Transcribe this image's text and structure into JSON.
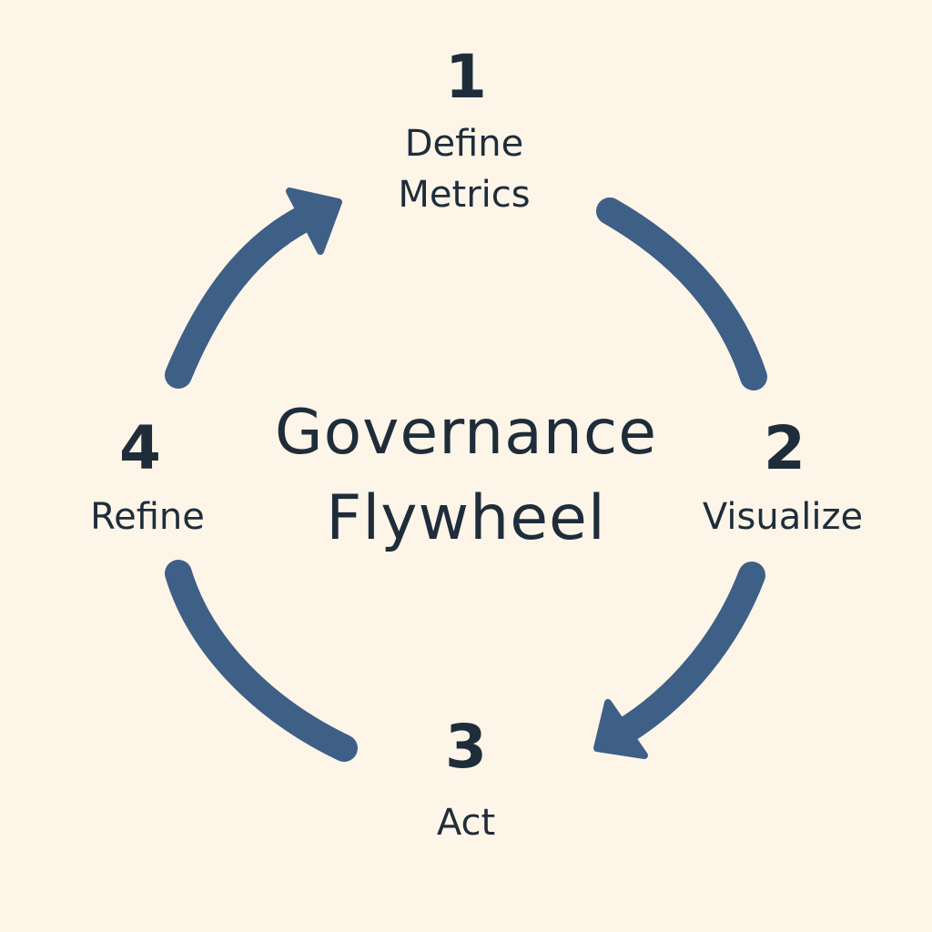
{
  "diagram": {
    "title_line1": "Governance",
    "title_line2": "Flywheel",
    "colors": {
      "background": "#fcf5e8",
      "arrow": "#3e5f86",
      "text": "#1f2d3a"
    },
    "steps": [
      {
        "number": "1",
        "label_line1": "Define",
        "label_line2": "Metrics"
      },
      {
        "number": "2",
        "label": "Visualize"
      },
      {
        "number": "3",
        "label": "Act"
      },
      {
        "number": "4",
        "label": "Refine"
      }
    ],
    "arrows": [
      {
        "from": "4",
        "to": "1",
        "arrowhead": true,
        "icon": "arrow-icon"
      },
      {
        "from": "1",
        "to": "2",
        "arrowhead": false,
        "icon": "arc-icon"
      },
      {
        "from": "2",
        "to": "3",
        "arrowhead": true,
        "icon": "arrow-icon"
      },
      {
        "from": "3",
        "to": "4",
        "arrowhead": false,
        "icon": "arc-icon"
      }
    ]
  }
}
